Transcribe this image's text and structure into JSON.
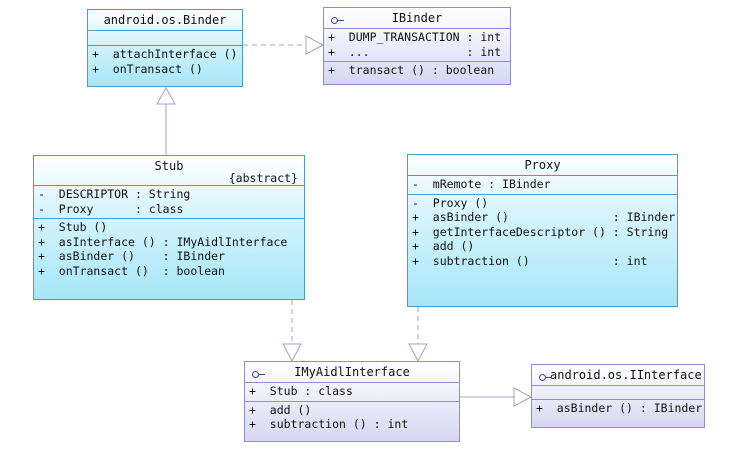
{
  "binder": {
    "name": "android.os.Binder",
    "ops": [
      {
        "vis": "+",
        "text": "attachInterface ()"
      },
      {
        "vis": "+",
        "text": "onTransact ()"
      }
    ]
  },
  "ibinder": {
    "name": "IBinder",
    "attrs": [
      {
        "vis": "+",
        "text": "DUMP_TRANSACTION : int"
      },
      {
        "vis": "+",
        "text": "...              : int"
      }
    ],
    "ops": [
      {
        "vis": "+",
        "text": "transact () : boolean"
      }
    ]
  },
  "stub": {
    "name": "Stub",
    "stereotype": "{abstract}",
    "attrs": [
      {
        "vis": "-",
        "text": "DESCRIPTOR : String"
      },
      {
        "vis": "-",
        "text": "Proxy      : class"
      }
    ],
    "ops": [
      {
        "vis": "+",
        "text": "Stub ()"
      },
      {
        "vis": "+",
        "text": "asInterface () : IMyAidlInterface"
      },
      {
        "vis": "+",
        "text": "asBinder ()    : IBinder"
      },
      {
        "vis": "+",
        "text": "onTransact ()  : boolean"
      }
    ]
  },
  "proxy": {
    "name": "Proxy",
    "attrs": [
      {
        "vis": "-",
        "text": "mRemote : IBinder"
      }
    ],
    "ops": [
      {
        "vis": "-",
        "text": "Proxy ()"
      },
      {
        "vis": "+",
        "text": "asBinder ()               : IBinder"
      },
      {
        "vis": "+",
        "text": "getInterfaceDescriptor () : String"
      },
      {
        "vis": "+",
        "text": "add ()"
      },
      {
        "vis": "+",
        "text": "subtraction ()            : int"
      }
    ]
  },
  "imyaidl": {
    "name": "IMyAidlInterface",
    "attrs": [
      {
        "vis": "+",
        "text": "Stub : class"
      }
    ],
    "ops": [
      {
        "vis": "+",
        "text": "add ()"
      },
      {
        "vis": "+",
        "text": "subtraction () : int"
      }
    ]
  },
  "iinterface": {
    "name": "android.os.IInterface",
    "ops": [
      {
        "vis": "+",
        "text": "asBinder () : IBinder"
      }
    ]
  },
  "colors": {
    "class_fill": "#a6e6f8",
    "interface_fill": "#d6d6f2",
    "line": "#9a9ac8"
  }
}
